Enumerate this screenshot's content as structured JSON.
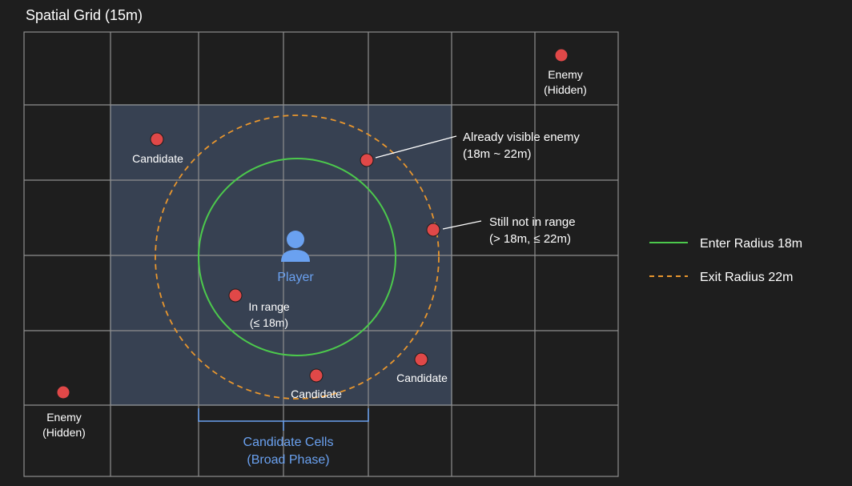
{
  "title": "Spatial Grid (15m)",
  "player": {
    "label": "Player"
  },
  "broad_phase": {
    "line1": "Candidate Cells",
    "line2": "(Broad Phase)"
  },
  "legend": {
    "enter": {
      "label": "Enter Radius 18m",
      "color": "#4cc94c"
    },
    "exit": {
      "label": "Exit Radius 22m",
      "color": "#e8962e"
    }
  },
  "enemies": {
    "hidden_top_right": {
      "line1": "Enemy",
      "line2": "(Hidden)"
    },
    "hidden_bottom_left": {
      "line1": "Enemy",
      "line2": "(Hidden)"
    },
    "candidate_top_left": {
      "line1": "Candidate"
    },
    "candidate_bottom": {
      "line1": "Candidate"
    },
    "candidate_bottom_right": {
      "line1": "Candidate"
    },
    "in_range": {
      "line1": "In range",
      "line2": "(≤ 18m)"
    },
    "already_visible": {
      "line1": "Already visible enemy",
      "line2": "(18m ~ 22m)"
    },
    "still_not_in_range": {
      "line1": "Still not in range",
      "line2": "(> 18m, ≤ 22m)"
    }
  },
  "colors": {
    "background": "#1e1e1e",
    "grid": "#9a9a9a",
    "candidate_fill": "#3a4558",
    "candidate_border": "#7d9cc4",
    "enemy": "#e04848",
    "player": "#6aa1f0",
    "text": "#ffffff",
    "accent_text": "#6aa1f0"
  }
}
